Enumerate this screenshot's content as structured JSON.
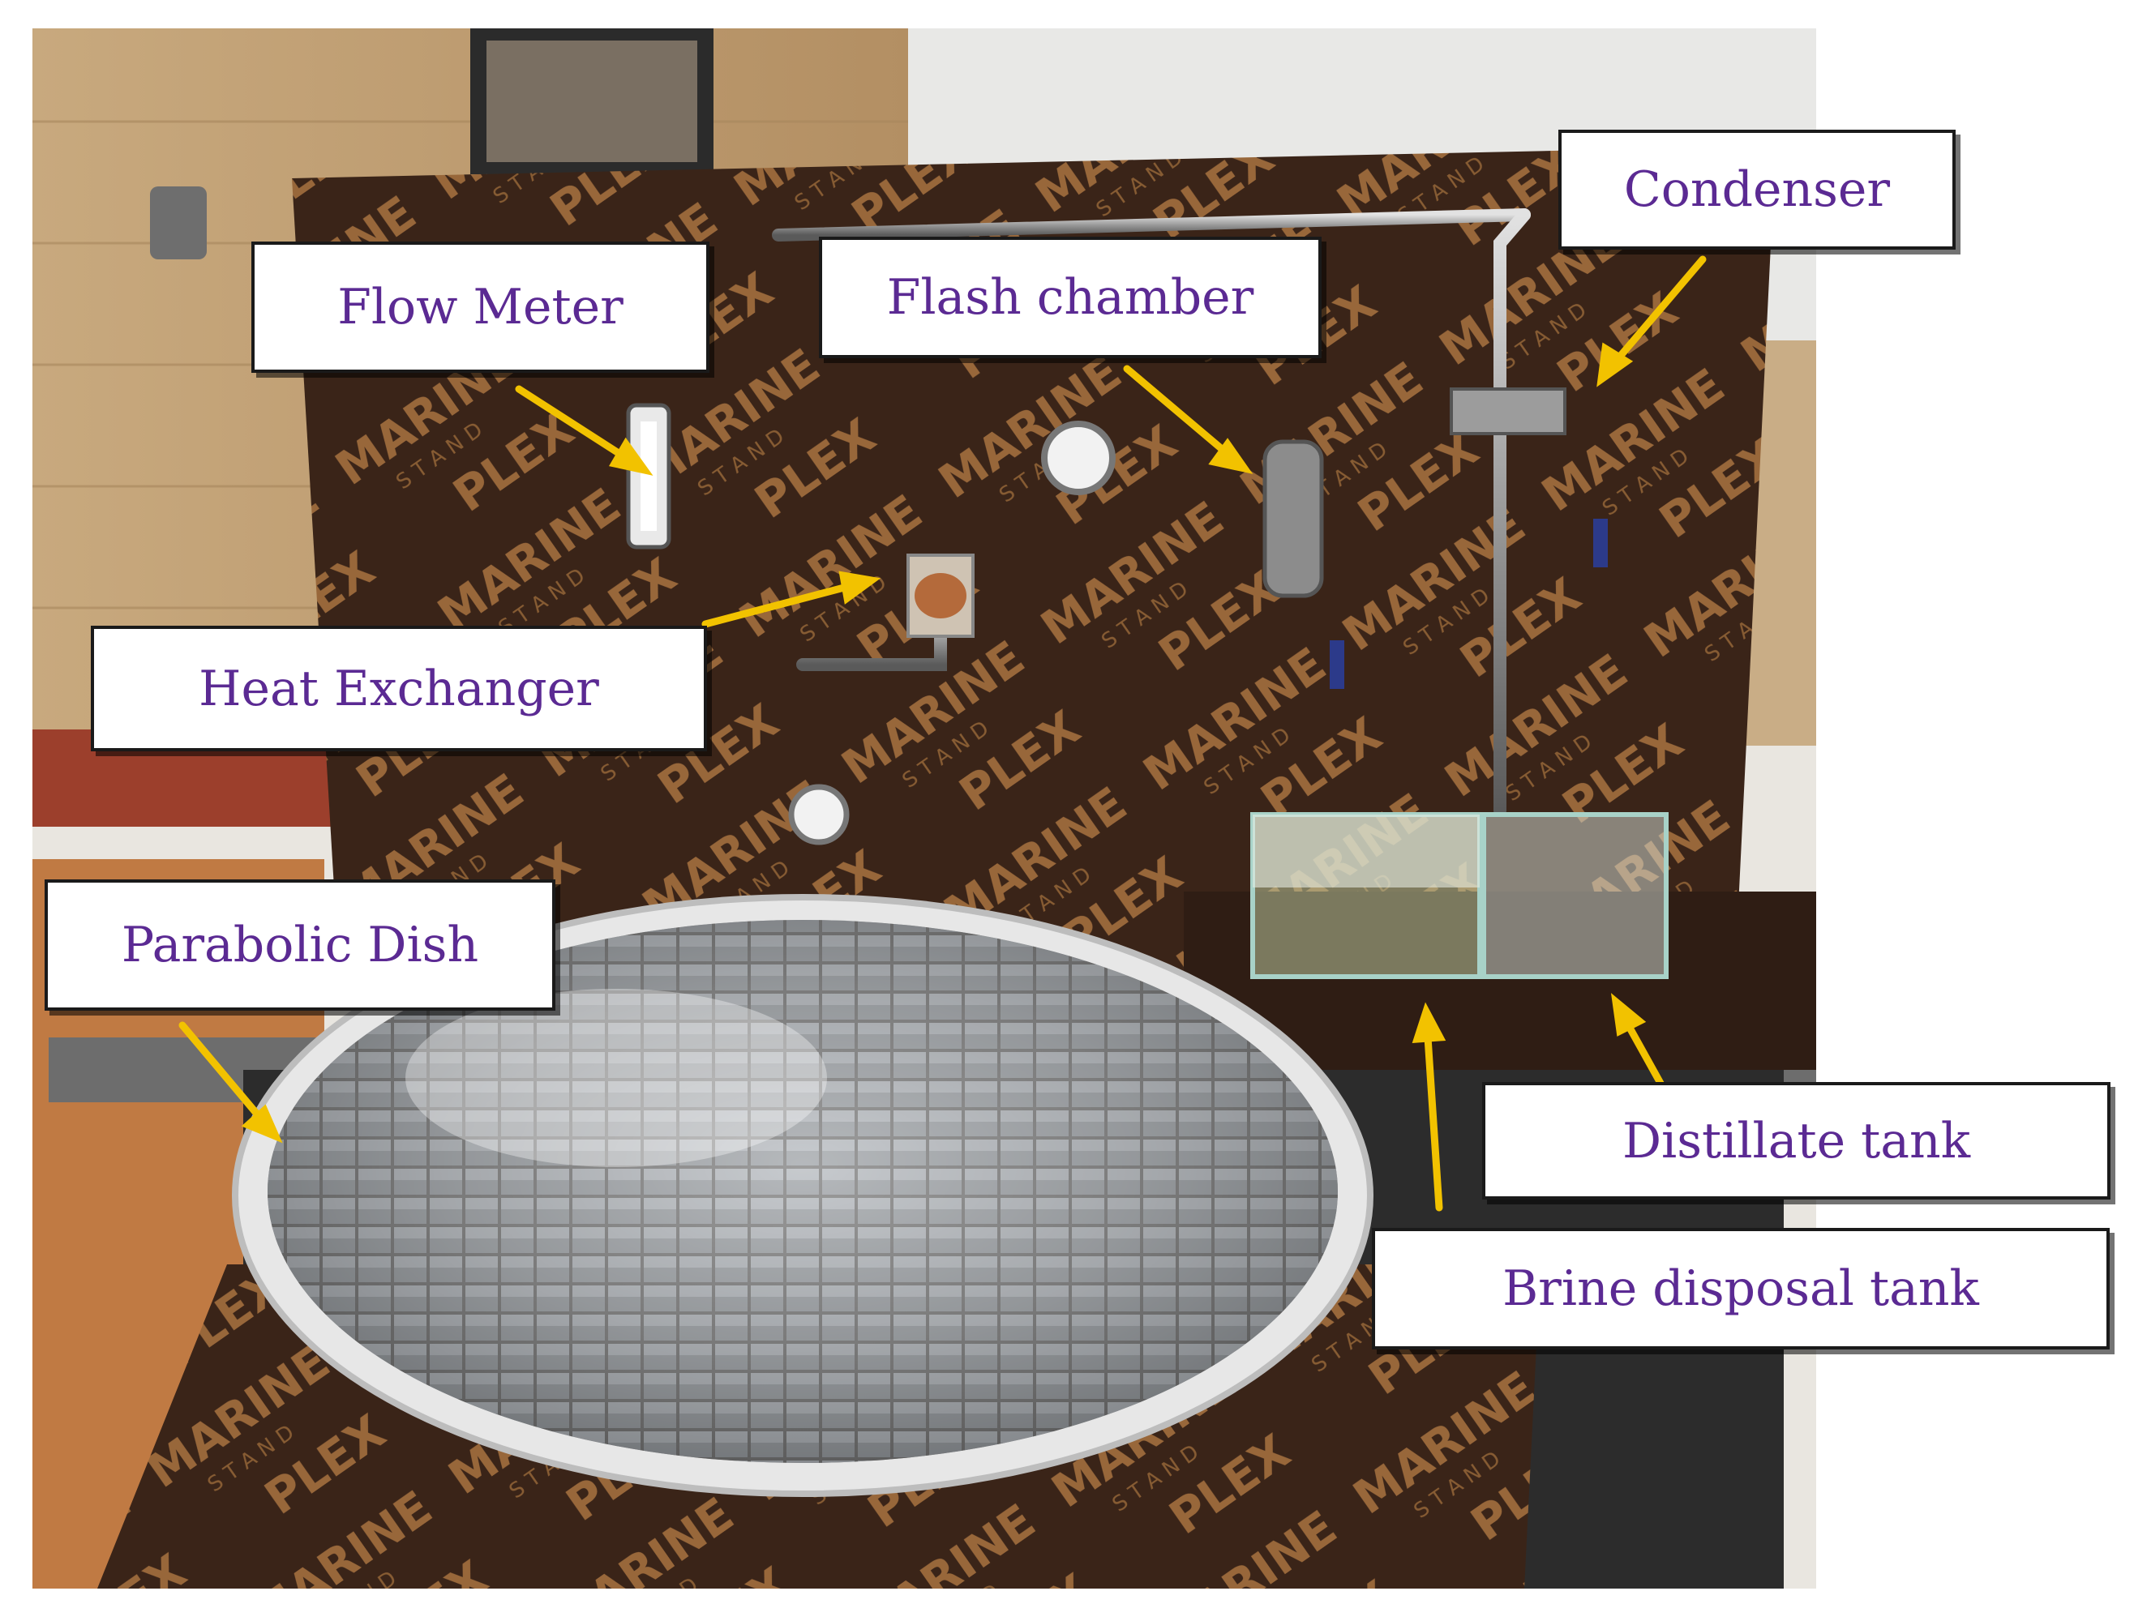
{
  "labels": {
    "flow_meter": "Flow Meter",
    "flash_chamber": "Flash chamber",
    "condenser": "Condenser",
    "heat_exchanger": "Heat Exchanger",
    "parabolic_dish": "Parabolic Dish",
    "distillate_tank": "Distillate tank",
    "brine_disposal_tank": "Brine disposal  tank"
  },
  "colors": {
    "label_text": "#5b2a93",
    "arrow": "#f2c200",
    "board": "#3a2418",
    "board_print": "#b07a45"
  }
}
